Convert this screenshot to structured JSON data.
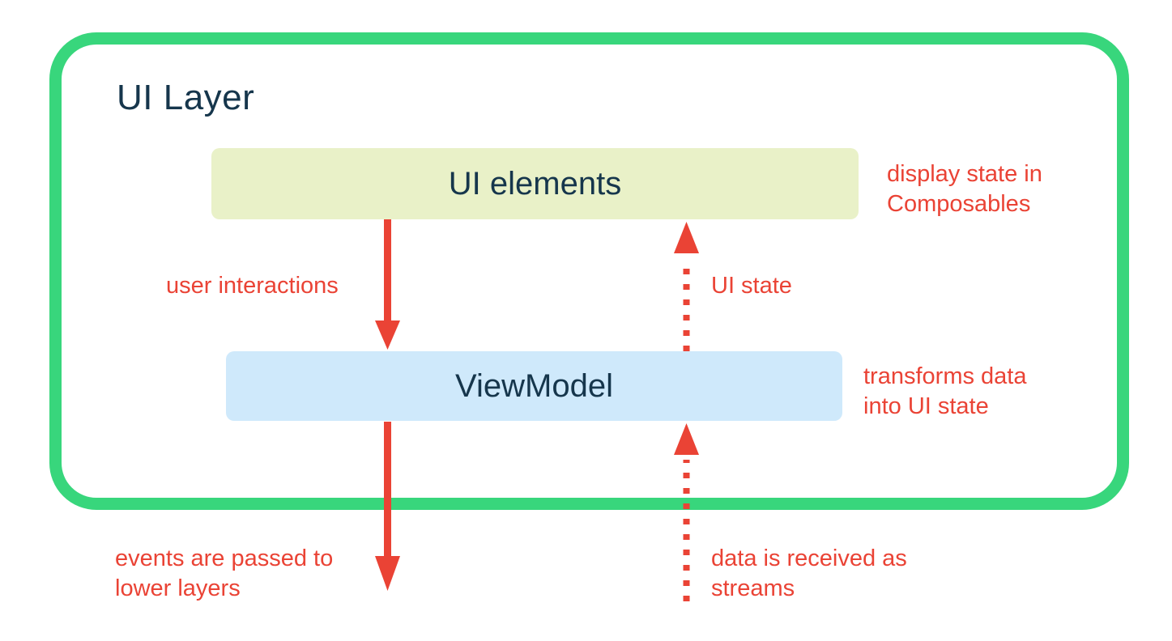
{
  "diagram": {
    "title": "UI Layer",
    "boxes": {
      "ui_elements": {
        "label": "UI elements",
        "fill": "#e9f1c8",
        "annotation": "display state in\nComposables"
      },
      "view_model": {
        "label": "ViewModel",
        "fill": "#cfe9fb",
        "annotation": "transforms data\ninto UI state"
      }
    },
    "arrows": {
      "user_interactions": {
        "label": "user interactions",
        "style": "solid",
        "direction": "down",
        "from": "UI elements",
        "to": "ViewModel"
      },
      "ui_state": {
        "label": "UI state",
        "style": "dotted",
        "direction": "up",
        "from": "ViewModel",
        "to": "UI elements"
      },
      "events_out": {
        "label": "events are passed to\nlower layers",
        "style": "solid",
        "direction": "down",
        "from": "ViewModel",
        "to": "lower layers"
      },
      "data_in": {
        "label": "data is received as\nstreams",
        "style": "dotted",
        "direction": "up",
        "from": "lower layers",
        "to": "ViewModel"
      }
    },
    "colors": {
      "container_border_green": "#38d67c",
      "arrow_red": "#ea4335",
      "text_navy": "#16364c",
      "ui_elements_fill": "#e9f1c8",
      "view_model_fill": "#cfe9fb"
    }
  }
}
